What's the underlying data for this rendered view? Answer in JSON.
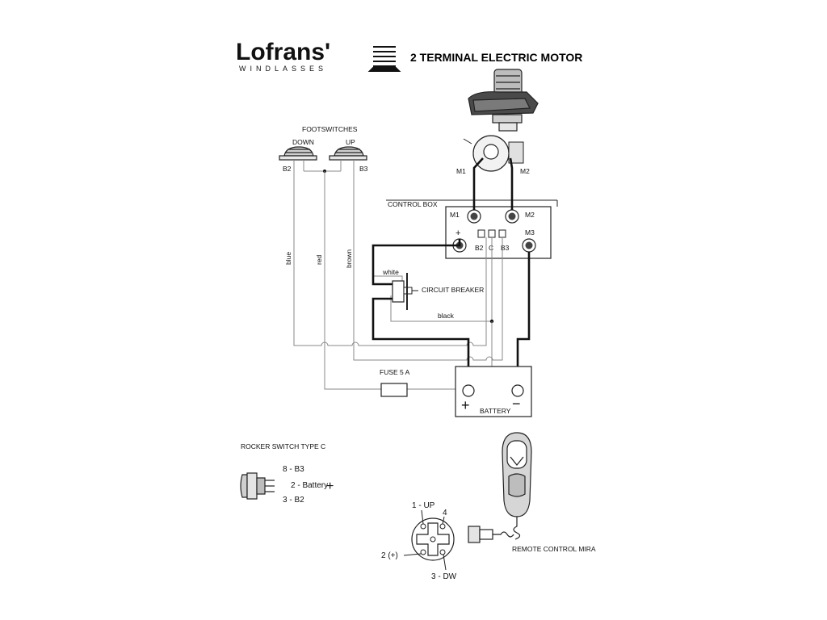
{
  "header": {
    "brand": "Lofrans'",
    "brand_sub": "WINDLASSES",
    "title": "2 TERMINAL ELECTRIC MOTOR"
  },
  "footswitches": {
    "title": "FOOTSWITCHES",
    "down": "DOWN",
    "up": "UP",
    "b2": "B2",
    "b3": "B3"
  },
  "motor": {
    "m1": "M1",
    "m2": "M2"
  },
  "control_box": {
    "label": "CONTROL BOX",
    "m1": "M1",
    "m2": "M2",
    "m3": "M3",
    "plus": "+",
    "b2": "B2",
    "c": "C",
    "b3": "B3"
  },
  "wires": {
    "blue": "blue",
    "red": "red",
    "brown": "brown",
    "white": "white",
    "black": "black"
  },
  "circuit_breaker": "CIRCUIT BREAKER",
  "fuse": "FUSE 5 A",
  "battery": {
    "label": "BATTERY",
    "plus": "+",
    "minus": "−"
  },
  "rocker": {
    "title": "ROCKER SWITCH TYPE C",
    "pin8": "8 - B3",
    "pin2": "2 - Battery",
    "pin2_sign": "+",
    "pin3": "3 - B2"
  },
  "connector": {
    "pin1": "1 - UP",
    "pin4": "4",
    "pin2": "2 (+)",
    "pin3": "3 - DW"
  },
  "remote": "REMOTE CONTROL MIRA"
}
